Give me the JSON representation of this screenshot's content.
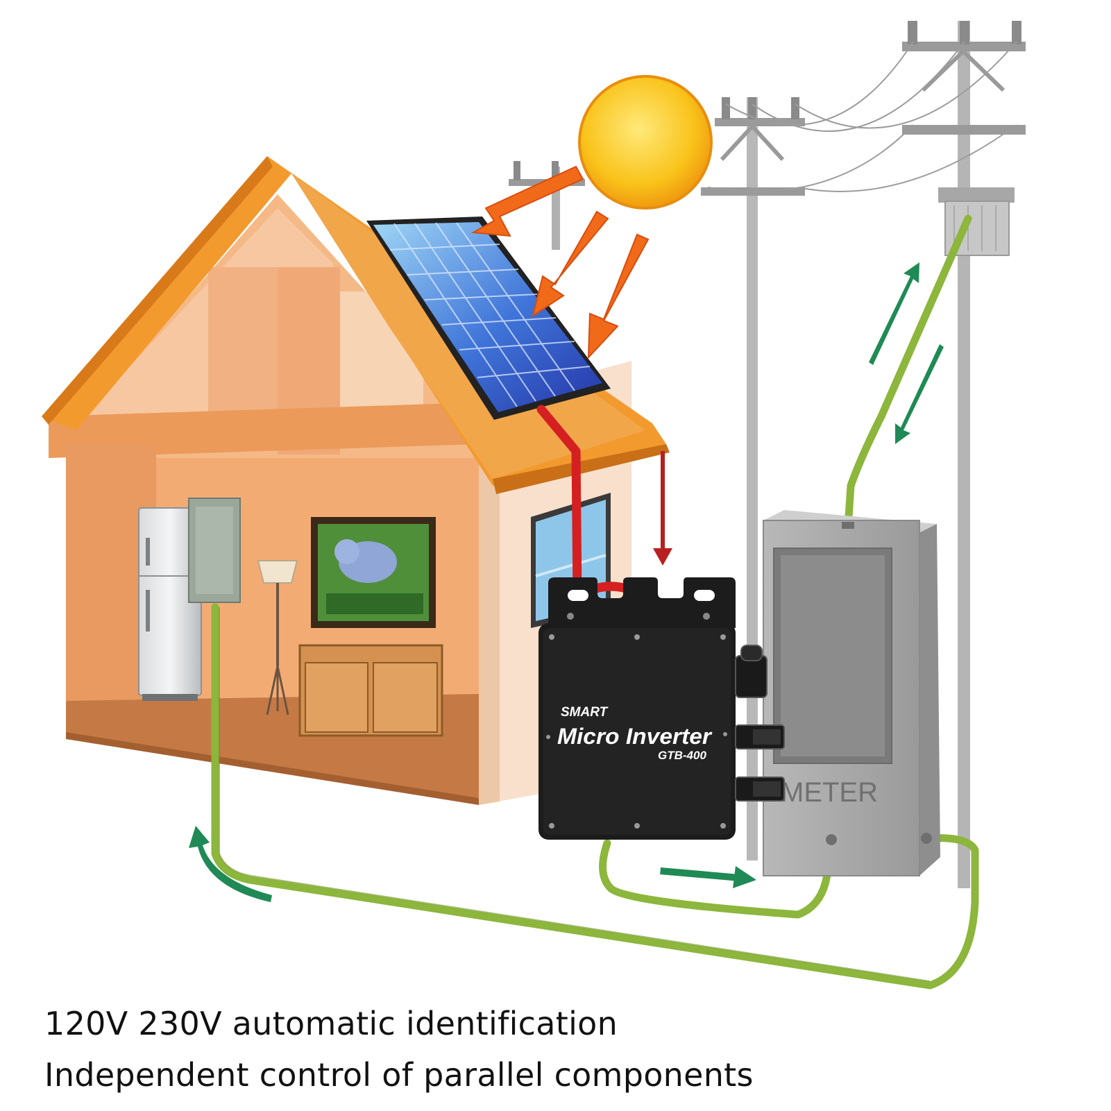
{
  "device": {
    "label_top": "SMART",
    "label_main": "Micro Inverter",
    "model": "GTB-400"
  },
  "meter": {
    "label": "METER"
  },
  "caption": {
    "line1": "120V 230V automatic identification",
    "line2": "Independent control of parallel components"
  },
  "colors": {
    "wire_green": "#8cb63c",
    "arrow_green": "#1f8a55",
    "arrow_orange": "#f06a1a",
    "dc_wire_red": "#d42020",
    "inverter_body": "#1c1c1c",
    "house_wall": "#f2a872",
    "roof_orange": "#f39a2e",
    "sun_yellow": "#f9c31a"
  }
}
